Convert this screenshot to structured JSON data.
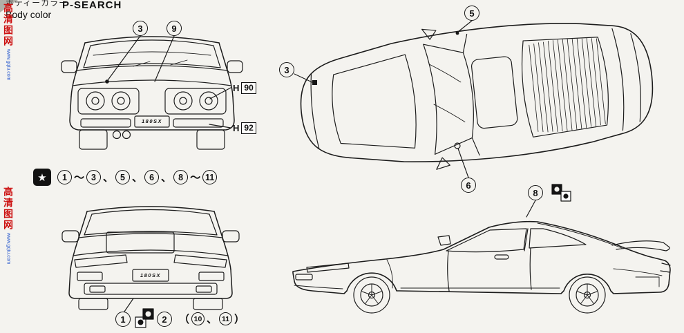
{
  "page": {
    "background": "#f4f3ef"
  },
  "colors": {
    "line": "#1c1c1c",
    "paper": "#f4f3ef",
    "watermark_red": "#cc1111",
    "watermark_blue": "#2255cc"
  },
  "header": {
    "title_jp": "ボディーカラー",
    "title_en": "Body color",
    "watermark_overlay": "P-SEARCH"
  },
  "side_watermark": {
    "site": "高清图网",
    "url": "www.gqtu.com"
  },
  "paint_codes": [
    {
      "prefix": "H",
      "code": "90"
    },
    {
      "prefix": "H",
      "code": "92"
    }
  ],
  "callouts": {
    "front_view": [
      "3",
      "9"
    ],
    "top_view": [
      "5",
      "3",
      "6"
    ],
    "side_view": [
      "8"
    ],
    "bottom_view": [
      "1",
      "2"
    ]
  },
  "star_note": {
    "star": "★",
    "tokens": [
      {
        "type": "num",
        "value": "1"
      },
      {
        "type": "sep",
        "value": "～"
      },
      {
        "type": "num",
        "value": "3"
      },
      {
        "type": "sep",
        "value": "、"
      },
      {
        "type": "num",
        "value": "5"
      },
      {
        "type": "sep",
        "value": "、"
      },
      {
        "type": "num",
        "value": "6"
      },
      {
        "type": "sep",
        "value": "、"
      },
      {
        "type": "num",
        "value": "8"
      },
      {
        "type": "sep",
        "value": "～"
      },
      {
        "type": "num",
        "value": "11"
      }
    ]
  },
  "bottom_note": {
    "tokens": [
      {
        "type": "sep",
        "value": "（"
      },
      {
        "type": "num",
        "value": "10"
      },
      {
        "type": "sep",
        "value": "、"
      },
      {
        "type": "num",
        "value": "11"
      },
      {
        "type": "sep",
        "value": "）"
      }
    ]
  },
  "badges": {
    "front_plate_logo": "180SX",
    "lower_plate_logo": "180SX"
  }
}
